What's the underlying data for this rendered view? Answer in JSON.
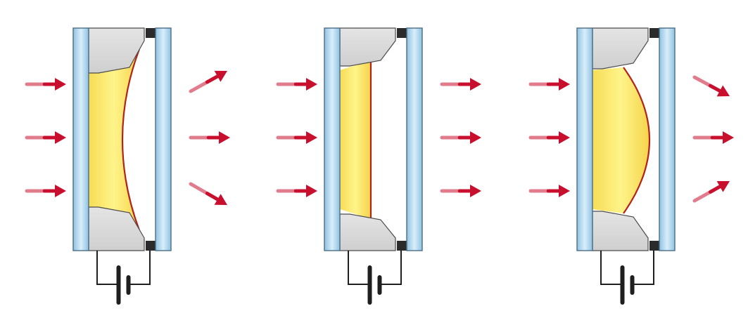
{
  "colors": {
    "background": "#ffffff",
    "window_fill": "#a9d3ec",
    "window_fill_light": "#d9eef9",
    "window_stroke": "#4a6f88",
    "housing_fill": "#d9d9d9",
    "housing_stroke": "#4a4a4a",
    "liquid_fill_center": "#fff27a",
    "liquid_fill_edge": "#f6d84a",
    "meniscus": "#b0241c",
    "seal": "#2b2b2b",
    "arrow": "#c8102e",
    "wire": "#1f1f1f",
    "battery": "#1f1f1f"
  },
  "lens_states": [
    {
      "name": "diverging",
      "meniscus_shape": "concave",
      "incoming_rays": 3,
      "outgoing_ray_direction": "diverging"
    },
    {
      "name": "flat",
      "meniscus_shape": "flat",
      "incoming_rays": 3,
      "outgoing_ray_direction": "parallel"
    },
    {
      "name": "converging",
      "meniscus_shape": "convex",
      "incoming_rays": 3,
      "outgoing_ray_direction": "converging"
    }
  ],
  "icons": {
    "light_ray": "arrow-right-icon",
    "power_source": "battery-icon"
  }
}
